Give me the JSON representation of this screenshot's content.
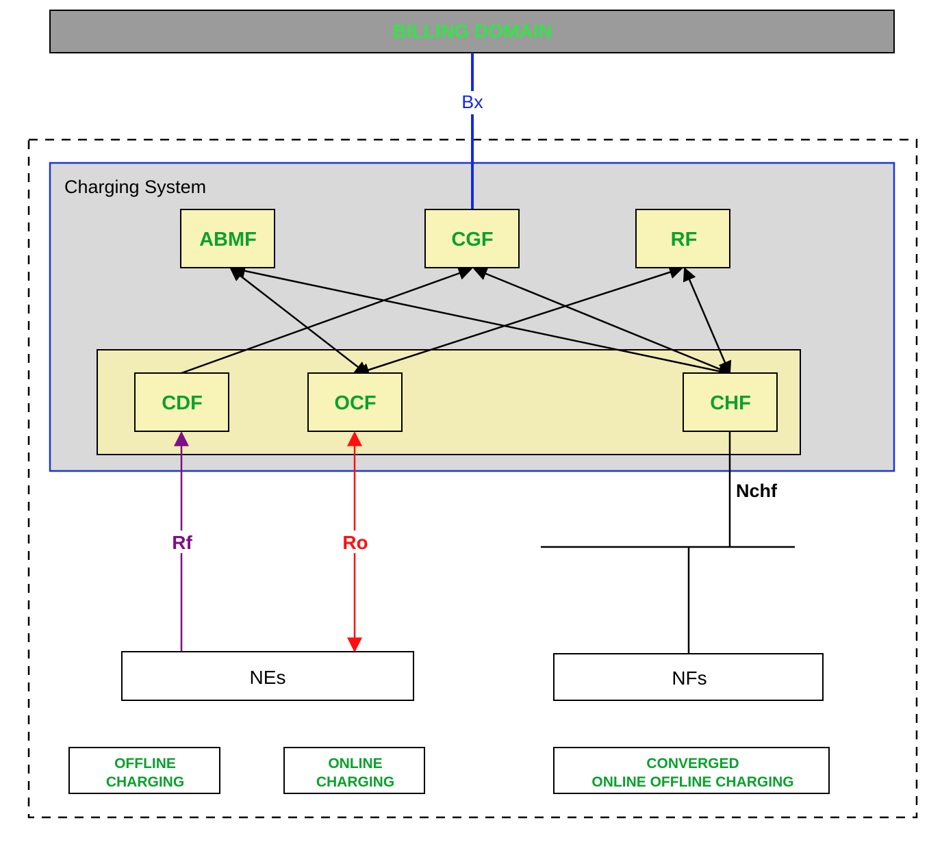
{
  "billing_domain": {
    "label": "BILLING DOMAIN"
  },
  "charging_system": {
    "label": "Charging System"
  },
  "nodes": {
    "abmf": "ABMF",
    "cgf": "CGF",
    "rf": "RF",
    "cdf": "CDF",
    "ocf": "OCF",
    "chf": "CHF",
    "nes": "NEs",
    "nfs": "NFs"
  },
  "interfaces": {
    "bx": "Bx",
    "rf": "Rf",
    "ro": "Ro",
    "nchf": "Nchf"
  },
  "legend": {
    "offline": [
      "OFFLINE",
      "CHARGING"
    ],
    "online": [
      "ONLINE",
      "CHARGING"
    ],
    "converged": [
      "CONVERGED",
      "ONLINE OFFLINE CHARGING"
    ]
  },
  "colors": {
    "billing_fill": "#9b9b9b",
    "billing_text": "#35e34a",
    "charging_system_fill": "#d9d9d9",
    "charging_system_border": "#1c34d9",
    "node_fill": "#f8f4b8",
    "cluster_fill": "#f2ecb6",
    "node_text": "#0aa12d",
    "bx": "#1428e6",
    "rf_interface": "#7f0f86",
    "ro_interface": "#ff1010",
    "black": "#000000"
  }
}
